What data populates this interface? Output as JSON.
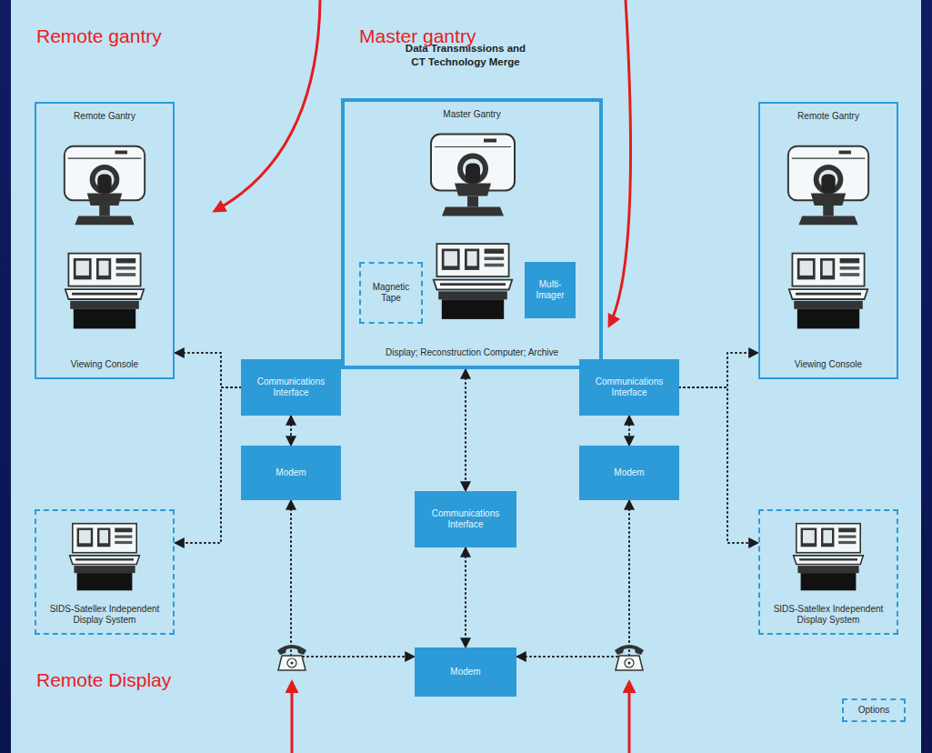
{
  "diagram": {
    "title": "Data Transmissions and CT Technology Merge",
    "nodes": [
      {
        "text": [
          "Remote Gantry",
          "Viewing Console"
        ]
      },
      {
        "text": [
          "Master Gantry",
          "Display; Reconstruction Computer; Archive"
        ]
      },
      {
        "text": [
          "Magnetic Tape"
        ],
        "in": 1
      },
      {
        "text": [
          "Multi-Imager"
        ],
        "in": 1
      },
      {
        "text": [
          "Remote Gantry",
          "Viewing Console"
        ]
      },
      {
        "text": [
          "Communications Interface"
        ]
      },
      {
        "text": [
          "Communications Interface"
        ]
      },
      {
        "text": [
          "Modem"
        ]
      },
      {
        "text": [
          "Communications Interface"
        ]
      },
      {
        "text": [
          "Modem"
        ]
      },
      {
        "text": [
          "SIDS-Satellex Independent Display System"
        ]
      },
      {
        "text": [
          "SIDS-Satellex Independent Display System"
        ]
      },
      {
        "text": [
          "Modem"
        ]
      }
    ],
    "edges": [
      {
        "from": 5,
        "to": 0,
        "arrow": "to"
      },
      {
        "from": 5,
        "to": 10,
        "arrow": "to"
      },
      {
        "from": 5,
        "to": 7,
        "arrow": "both"
      },
      {
        "from": 6,
        "to": 4,
        "arrow": "to"
      },
      {
        "from": 6,
        "to": 11,
        "arrow": "to"
      },
      {
        "from": 6,
        "to": 9,
        "arrow": "both"
      },
      {
        "from": 1,
        "to": 8,
        "arrow": "both"
      },
      {
        "from": 8,
        "to": 12,
        "arrow": "both"
      },
      {
        "from": 7,
        "to": 12,
        "arrow": "both"
      },
      {
        "from": 9,
        "to": 12,
        "arrow": "both"
      }
    ],
    "labels": [
      "Remote gantry",
      "Master gantry",
      "Remote Display"
    ],
    "legend": [
      {
        "text": "Options"
      }
    ]
  }
}
